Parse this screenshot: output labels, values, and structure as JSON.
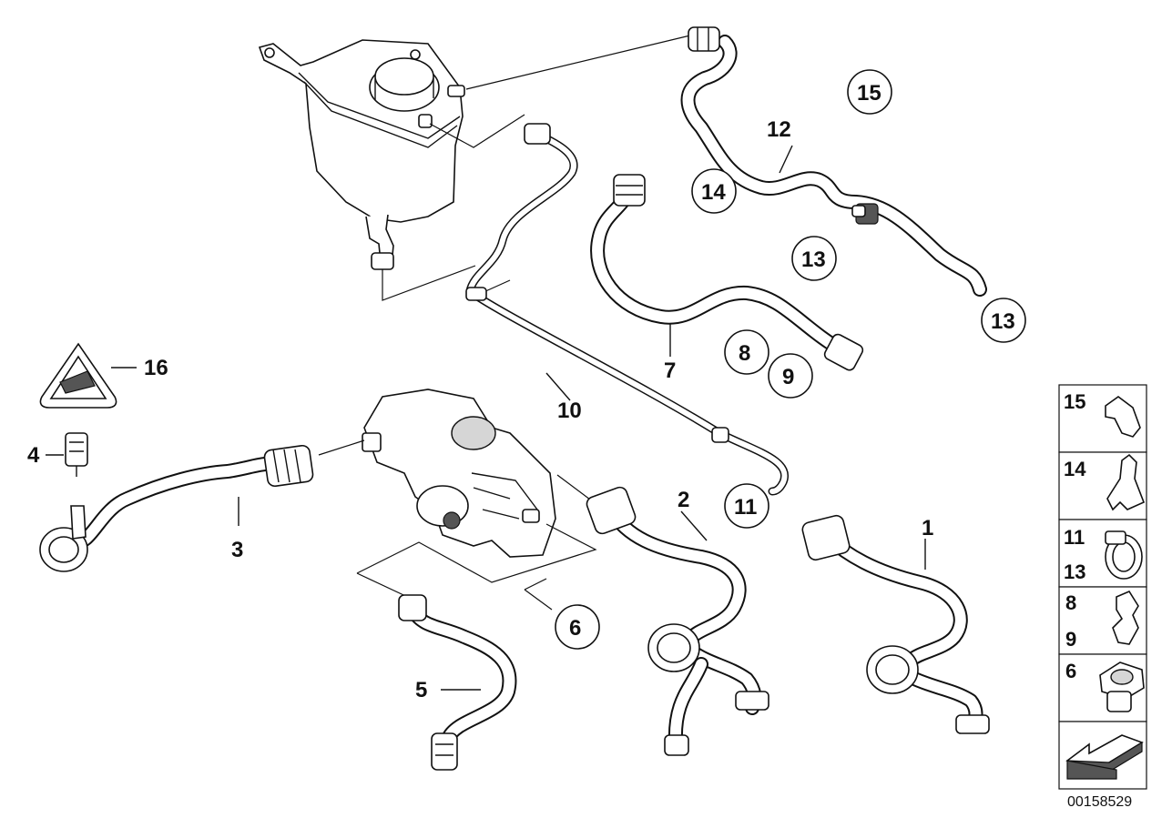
{
  "labels": {
    "p1": "1",
    "p2": "2",
    "p3": "3",
    "p4": "4",
    "p5": "5",
    "p6": "6",
    "p7": "7",
    "p8": "8",
    "p9": "9",
    "p10": "10",
    "p11": "11",
    "p12": "12",
    "p13a": "13",
    "p13b": "13",
    "p14": "14",
    "p15": "15",
    "p16": "16"
  },
  "legend": {
    "row1": "15",
    "row2": "14",
    "row3a": "11",
    "row3b": "13",
    "row4a": "8",
    "row4b": "9",
    "row5": "6"
  },
  "document_number": "00158529"
}
